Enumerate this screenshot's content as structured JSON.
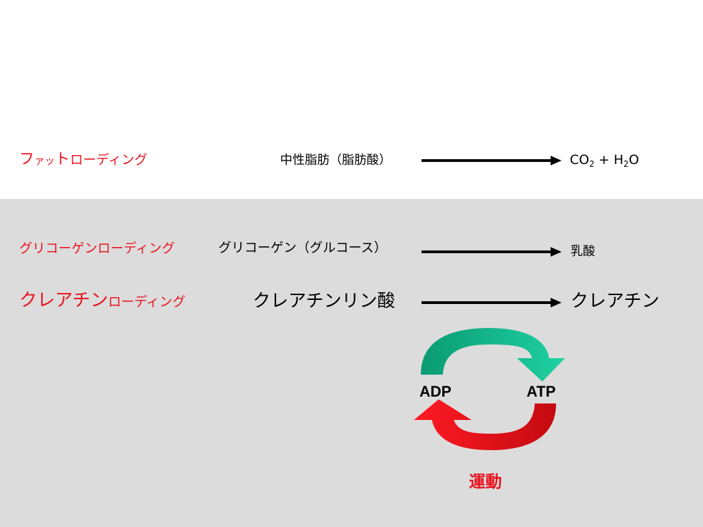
{
  "colors": {
    "red": "#e8131f",
    "green_dark": "#0a9b72",
    "green_light": "#16c79a",
    "red_dark": "#c40a10",
    "band": "#dcdcdc"
  },
  "rows": {
    "fat": {
      "label_big": "フ",
      "label_small": "ァッ",
      "label_big2": "ト",
      "label_rest": "ローディング",
      "source": "中性脂肪（脂肪酸）",
      "product": {
        "co": "CO",
        "co_sub": "2",
        "plus": "+ H",
        "h_sub": "2",
        "o": "O"
      }
    },
    "glycogen": {
      "label": "グリコーゲンローディング",
      "source": "グリコーゲン（グルコース）",
      "product": "乳酸"
    },
    "creatine": {
      "label_big": "クレアチン",
      "label_rest": "ローディング",
      "source": "クレアチンリン酸",
      "product": "クレアチン"
    }
  },
  "cycle": {
    "left": "ADP",
    "right": "ATP",
    "caption": "運動"
  }
}
